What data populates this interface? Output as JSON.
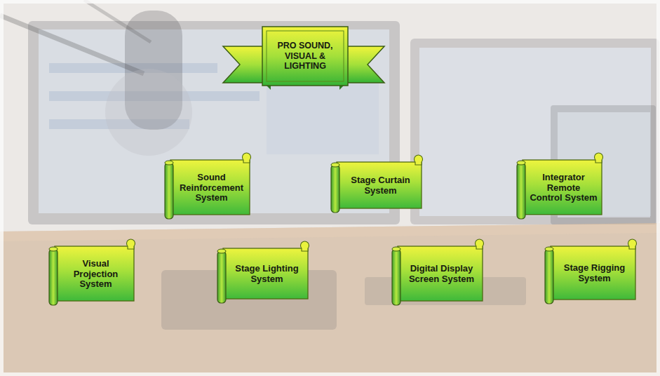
{
  "diagram": {
    "title": "PRO SOUND, VISUAL & LIGHTING",
    "nodes": [
      {
        "text": [
          "Sound Reinforcement System"
        ]
      },
      {
        "text": [
          "Stage Curtain System"
        ]
      },
      {
        "text": [
          "Integrator Remote Control System"
        ]
      },
      {
        "text": [
          "Visual Projection System"
        ]
      },
      {
        "text": [
          "Stage Lighting System"
        ]
      },
      {
        "text": [
          "Digital Display Screen System"
        ]
      },
      {
        "text": [
          "Stage Rigging System"
        ]
      }
    ]
  }
}
